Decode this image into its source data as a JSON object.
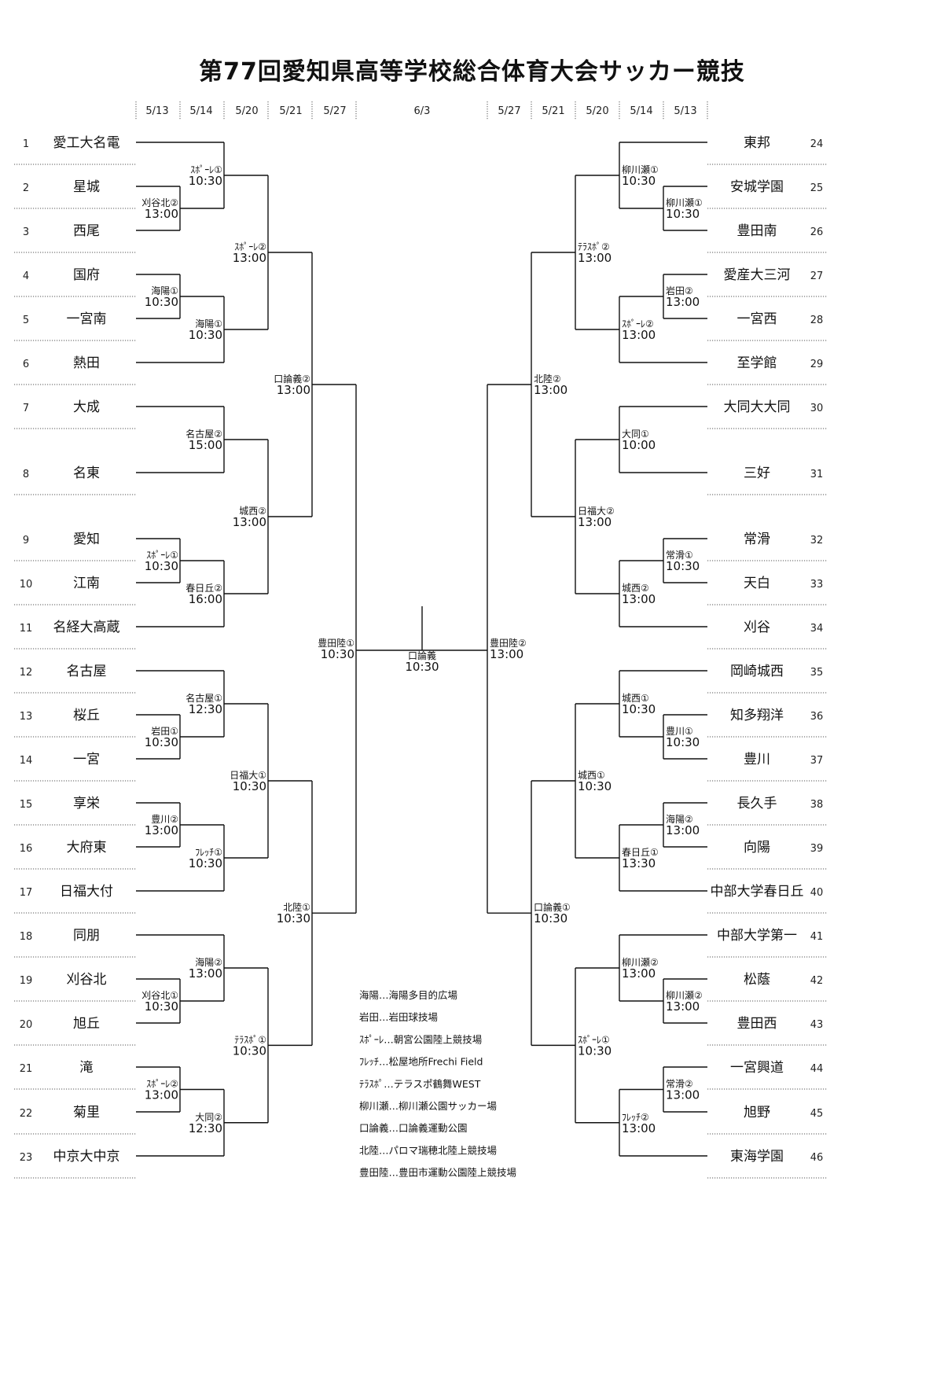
{
  "title": "第77回愛知県高等学校総合体育大会サッカー競技",
  "dates": {
    "left": [
      "5/13",
      "5/14",
      "5/20",
      "5/21",
      "5/27"
    ],
    "center": "6/3",
    "right": [
      "5/27",
      "5/21",
      "5/20",
      "5/14",
      "5/13"
    ]
  },
  "teams": [
    {
      "no": "1",
      "name": "愛工大名電"
    },
    {
      "no": "2",
      "name": "星城"
    },
    {
      "no": "3",
      "name": "西尾"
    },
    {
      "no": "4",
      "name": "国府"
    },
    {
      "no": "5",
      "name": "一宮南"
    },
    {
      "no": "6",
      "name": "熱田"
    },
    {
      "no": "7",
      "name": "大成"
    },
    {
      "no": "8",
      "name": "名東"
    },
    {
      "no": "9",
      "name": "愛知"
    },
    {
      "no": "10",
      "name": "江南"
    },
    {
      "no": "11",
      "name": "名経大高蔵"
    },
    {
      "no": "12",
      "name": "名古屋"
    },
    {
      "no": "13",
      "name": "桜丘"
    },
    {
      "no": "14",
      "name": "一宮"
    },
    {
      "no": "15",
      "name": "享栄"
    },
    {
      "no": "16",
      "name": "大府東"
    },
    {
      "no": "17",
      "name": "日福大付"
    },
    {
      "no": "18",
      "name": "同朋"
    },
    {
      "no": "19",
      "name": "刈谷北"
    },
    {
      "no": "20",
      "name": "旭丘"
    },
    {
      "no": "21",
      "name": "滝"
    },
    {
      "no": "22",
      "name": "菊里"
    },
    {
      "no": "23",
      "name": "中京大中京"
    },
    {
      "no": "24",
      "name": "東邦"
    },
    {
      "no": "25",
      "name": "安城学園"
    },
    {
      "no": "26",
      "name": "豊田南"
    },
    {
      "no": "27",
      "name": "愛産大三河"
    },
    {
      "no": "28",
      "name": "一宮西"
    },
    {
      "no": "29",
      "name": "至学館"
    },
    {
      "no": "30",
      "name": "大同大大同"
    },
    {
      "no": "31",
      "name": "三好"
    },
    {
      "no": "32",
      "name": "常滑"
    },
    {
      "no": "33",
      "name": "天白"
    },
    {
      "no": "34",
      "name": "刈谷"
    },
    {
      "no": "35",
      "name": "岡崎城西"
    },
    {
      "no": "36",
      "name": "知多翔洋"
    },
    {
      "no": "37",
      "name": "豊川"
    },
    {
      "no": "38",
      "name": "長久手"
    },
    {
      "no": "39",
      "name": "向陽"
    },
    {
      "no": "40",
      "name": "中部大学春日丘"
    },
    {
      "no": "41",
      "name": "中部大学第一"
    },
    {
      "no": "42",
      "name": "松蔭"
    },
    {
      "no": "43",
      "name": "豊田西"
    },
    {
      "no": "44",
      "name": "一宮興道"
    },
    {
      "no": "45",
      "name": "旭野"
    },
    {
      "no": "46",
      "name": "東海学園"
    }
  ],
  "matches": [
    {
      "venue": "刈谷北②",
      "time": "13:00"
    },
    {
      "venue": "ｽﾎﾟｰﾚ①",
      "time": "10:30"
    },
    {
      "venue": "海陽①",
      "time": "10:30"
    },
    {
      "venue": "海陽①",
      "time": "10:30"
    },
    {
      "venue": "ｽﾎﾟｰﾚ②",
      "time": "13:00"
    },
    {
      "venue": "名古屋②",
      "time": "15:00"
    },
    {
      "venue": "ｽﾎﾟｰﾚ①",
      "time": "10:30"
    },
    {
      "venue": "春日丘②",
      "time": "16:00"
    },
    {
      "venue": "城西②",
      "time": "13:00"
    },
    {
      "venue": "口論義②",
      "time": "13:00"
    },
    {
      "venue": "岩田①",
      "time": "10:30"
    },
    {
      "venue": "名古屋①",
      "time": "12:30"
    },
    {
      "venue": "豊川②",
      "time": "13:00"
    },
    {
      "venue": "ﾌﾚｯﾁ①",
      "time": "10:30"
    },
    {
      "venue": "日福大①",
      "time": "10:30"
    },
    {
      "venue": "刈谷北①",
      "time": "10:30"
    },
    {
      "venue": "海陽②",
      "time": "13:00"
    },
    {
      "venue": "ｽﾎﾟｰﾚ②",
      "time": "13:00"
    },
    {
      "venue": "大同②",
      "time": "12:30"
    },
    {
      "venue": "ﾃﾗｽﾎﾟ①",
      "time": "10:30"
    },
    {
      "venue": "北陸①",
      "time": "10:30"
    },
    {
      "venue": "豊田陸①",
      "time": "10:30"
    },
    {
      "venue": "口論義",
      "time": "10:30"
    },
    {
      "venue": "柳川瀬①",
      "time": "10:30"
    },
    {
      "venue": "柳川瀬①",
      "time": "10:30"
    },
    {
      "venue": "岩田②",
      "time": "13:00"
    },
    {
      "venue": "ｽﾎﾟｰﾚ②",
      "time": "13:00"
    },
    {
      "venue": "ﾃﾗｽﾎﾟ②",
      "time": "13:00"
    },
    {
      "venue": "大同①",
      "time": "10:00"
    },
    {
      "venue": "常滑①",
      "time": "10:30"
    },
    {
      "venue": "城西②",
      "time": "13:00"
    },
    {
      "venue": "日福大②",
      "time": "13:00"
    },
    {
      "venue": "北陸②",
      "time": "13:00"
    },
    {
      "venue": "城西①",
      "time": "10:30"
    },
    {
      "venue": "豊川①",
      "time": "10:30"
    },
    {
      "venue": "海陽②",
      "time": "13:00"
    },
    {
      "venue": "春日丘①",
      "time": "13:30"
    },
    {
      "venue": "城西①",
      "time": "10:30"
    },
    {
      "venue": "柳川瀬②",
      "time": "13:00"
    },
    {
      "venue": "柳川瀬②",
      "time": "13:00"
    },
    {
      "venue": "常滑②",
      "time": "13:00"
    },
    {
      "venue": "ﾌﾚｯﾁ②",
      "time": "13:00"
    },
    {
      "venue": "ｽﾎﾟｰﾚ①",
      "time": "10:30"
    },
    {
      "venue": "口論義①",
      "time": "10:30"
    },
    {
      "venue": "豊田陸②",
      "time": "13:00"
    }
  ],
  "legend": [
    "海陽…海陽多目的広場",
    "岩田…岩田球技場",
    "ｽﾎﾟｰﾚ…朝宮公園陸上競技場",
    "ﾌﾚｯﾁ…松屋地所Frechi Field",
    "ﾃﾗｽﾎﾟ…テラスポ鶴舞WEST",
    "柳川瀬…柳川瀬公園サッカー場",
    "口論義…口論義運動公園",
    "北陸…パロマ瑞穂北陸上競技場",
    "豊田陸…豊田市運動公園陸上競技場"
  ]
}
